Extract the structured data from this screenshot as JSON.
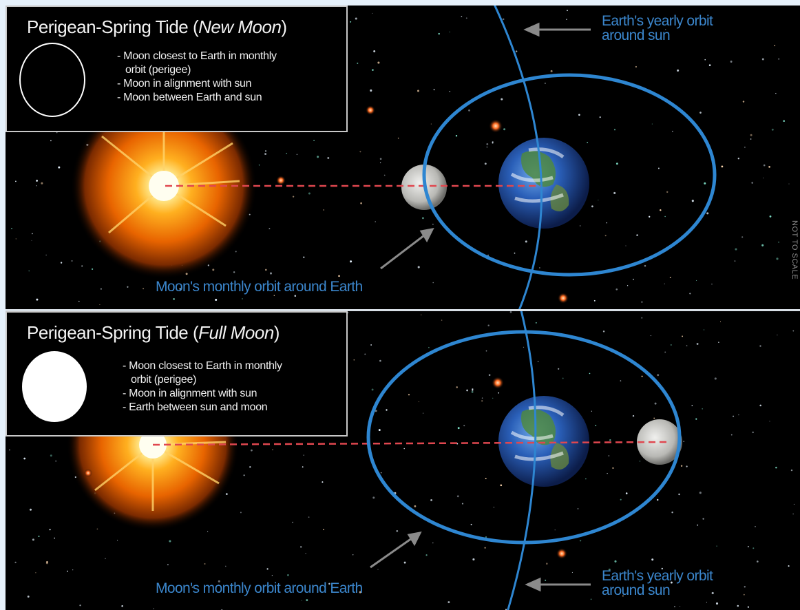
{
  "top_panel": {
    "title_prefix": "Perigean-Spring Tide (",
    "title_phase": "New Moon",
    "title_suffix": ")",
    "bullets": [
      "- Moon closest to Earth in monthly",
      "orbit (perigee)",
      "- Moon in alignment with sun",
      "- Moon between Earth and sun"
    ],
    "earth_orbit_label": [
      "Earth's yearly orbit",
      "around sun"
    ],
    "moon_orbit_label": "Moon's monthly orbit around Earth",
    "scale_note": "NOT TO SCALE"
  },
  "bottom_panel": {
    "title_prefix": "Perigean-Spring Tide (",
    "title_phase": "Full Moon",
    "title_suffix": ")",
    "bullets": [
      "- Moon closest to Earth in monthly",
      "orbit (perigee)",
      "- Moon in alignment with sun",
      "- Earth between sun and moon"
    ],
    "earth_orbit_label": [
      "Earth's yearly orbit",
      "around sun"
    ],
    "moon_orbit_label": "Moon's monthly orbit around Earth"
  },
  "colors": {
    "orbit": "#2e86d1",
    "label": "#3b86cc",
    "alignment_line": "#e0474f",
    "sun_core": "#fffbe6",
    "sun_glow": "#ff8a00",
    "background": "#000000",
    "frame": "#e6f1fb"
  }
}
